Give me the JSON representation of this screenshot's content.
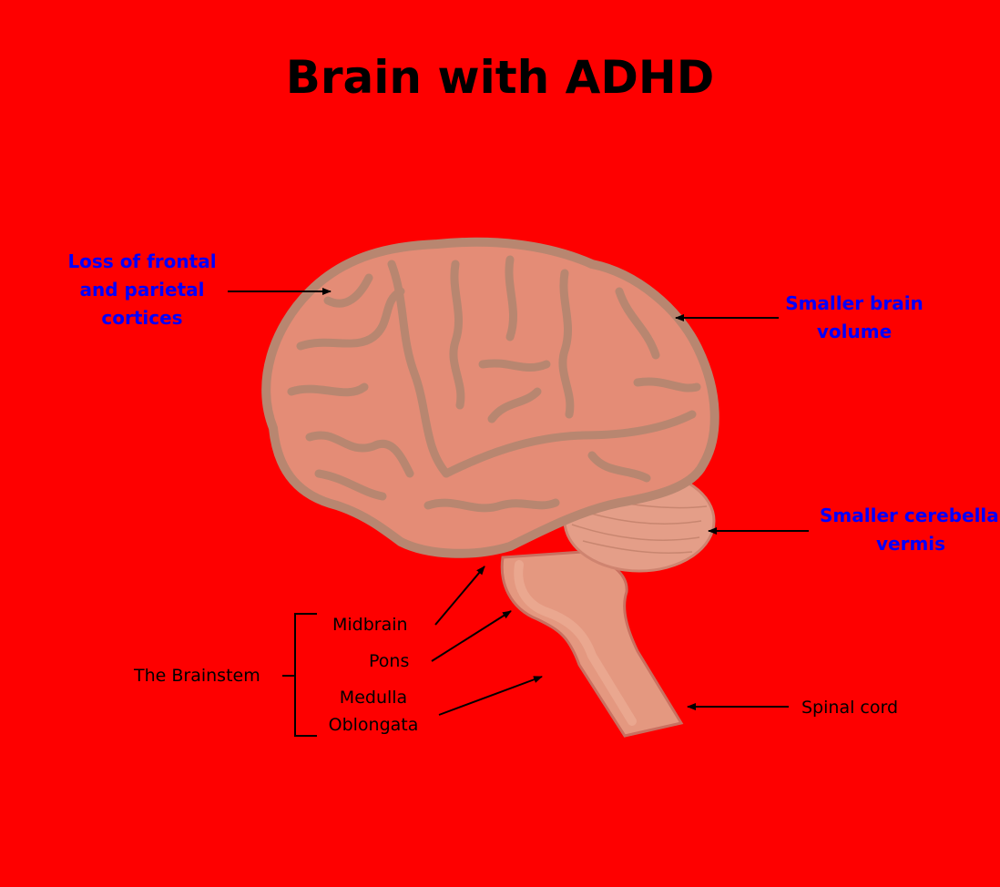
{
  "title": "Brain with ADHD",
  "annotations": {
    "frontal_parietal": [
      "Loss of frontal",
      "and parietal",
      "cortices"
    ],
    "brain_volume": [
      "Smaller brain",
      "volume"
    ],
    "cerebellar_vermis": [
      "Smaller cerebellar",
      "vermis"
    ]
  },
  "brainstem": {
    "group_label": "The Brainstem",
    "midbrain": "Midbrain",
    "pons": "Pons",
    "medulla": [
      "Medulla",
      "Oblongata"
    ]
  },
  "spinal_cord": "Spinal cord",
  "colors": {
    "background": "#fe0000",
    "annotation_text": "#0000ff",
    "cortex": "#e48c76",
    "gyri_outline": "#b88670",
    "stem": "#e49880"
  }
}
